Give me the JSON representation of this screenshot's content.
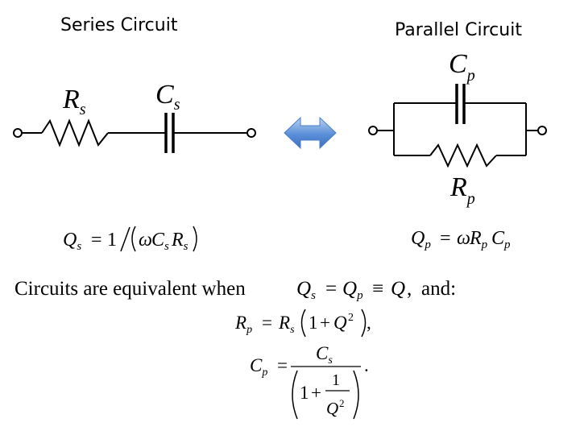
{
  "headings": {
    "series": "Series Circuit",
    "parallel": "Parallel Circuit"
  },
  "labels": {
    "R": "R",
    "C": "C",
    "Q": "Q",
    "s": "s",
    "p": "p"
  },
  "formulas": {
    "qs_rhs_one": "1",
    "qs_rhs_omega": "ω",
    "qp_rhs_omega": "ω",
    "equals": "=",
    "equiv": "≡",
    "plus": "+",
    "one": "1",
    "two": "2",
    "comma": ",",
    "period": "."
  },
  "statement": {
    "prefix": "Circuits are equivalent when",
    "suffix": "and:"
  },
  "colors": {
    "arrow_fill": "#5b8fd8",
    "arrow_light": "#a9c6ee",
    "line": "#000000"
  }
}
